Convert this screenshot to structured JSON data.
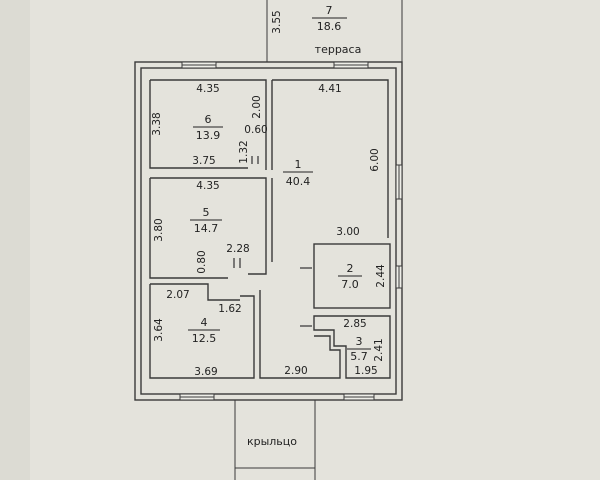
{
  "rooms": [
    {
      "id": "1",
      "number": "1",
      "area": "40.4"
    },
    {
      "id": "2",
      "number": "2",
      "area": "7.0"
    },
    {
      "id": "3",
      "number": "3",
      "area": "5.7"
    },
    {
      "id": "4",
      "number": "4",
      "area": "12.5"
    },
    {
      "id": "5",
      "number": "5",
      "area": "14.7"
    },
    {
      "id": "6",
      "number": "6",
      "area": "13.9"
    },
    {
      "id": "7",
      "number": "7",
      "area": "18.6"
    }
  ],
  "labels": {
    "terrace": "терраса",
    "porch": "крыльцо"
  },
  "dimensions": {
    "terrace_width": "3.55",
    "r6_top": "4.35",
    "r6_left": "3.38",
    "r6_bottom": "3.75",
    "r6_right": "2.00",
    "r6_door_gap": "0.60",
    "r6_door_wall": "1.32",
    "r1_top": "4.41",
    "r1_right": "6.00",
    "r1_bottom": "3.00",
    "r5_top": "4.35",
    "r5_left": "3.80",
    "r5_door_wall": "2.28",
    "r5_door_gap": "0.80",
    "r2_right": "2.44",
    "r4_top": "2.07",
    "r4_door_wall": "1.62",
    "r4_left": "3.64",
    "r4_bottom": "3.69",
    "r3_top": "2.85",
    "r3_right": "2.41",
    "r3_bottom": "1.95",
    "hall_bottom": "2.90"
  }
}
